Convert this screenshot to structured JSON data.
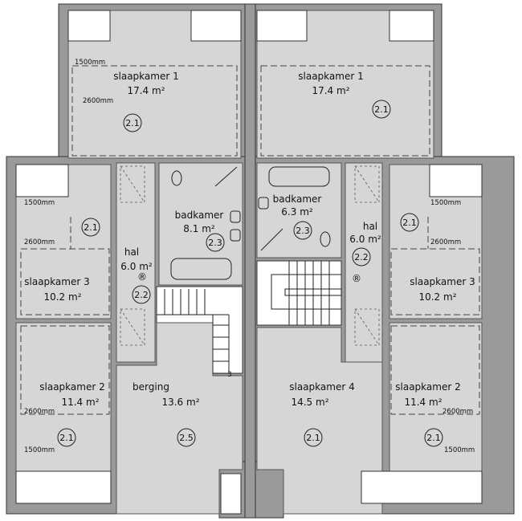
{
  "rooms": {
    "sk1_left": {
      "name": "slaapkamer 1",
      "area": "17.4 m²",
      "code": "2.1"
    },
    "sk1_right": {
      "name": "slaapkamer 1",
      "area": "17.4 m²",
      "code": "2.1"
    },
    "bad_left": {
      "name": "badkamer",
      "area": "8.1 m²",
      "code": "2.3"
    },
    "bad_right": {
      "name": "badkamer",
      "area": "6.3 m²",
      "code": "2.3"
    },
    "hal_left": {
      "name": "hal",
      "area": "6.0 m²",
      "code": "2.2"
    },
    "hal_right": {
      "name": "hal",
      "area": "6.0 m²",
      "code": "2.2"
    },
    "sk3_left": {
      "name": "slaapkamer 3",
      "area": "10.2 m²",
      "code": "2.1"
    },
    "sk3_right": {
      "name": "slaapkamer 3",
      "area": "10.2 m²",
      "code": "2.1"
    },
    "sk2_left": {
      "name": "slaapkamer 2",
      "area": "11.4 m²",
      "code": "2.1"
    },
    "sk2_right": {
      "name": "slaapkamer 2",
      "area": "11.4 m²",
      "code": "2.1"
    },
    "berging": {
      "name": "berging",
      "area": "13.6 m²",
      "code": "2.5"
    },
    "sk4": {
      "name": "slaapkamer 4",
      "area": "14.5 m²",
      "code": "2.1"
    }
  },
  "dims": {
    "d1500": "1500mm",
    "d2600": "2600mm"
  },
  "symbols": {
    "riser": "®",
    "stair_mark": "3"
  },
  "colors": {
    "room_fill": "#d6d6d6",
    "wall": "#9a9a9a",
    "line": "#222222"
  }
}
